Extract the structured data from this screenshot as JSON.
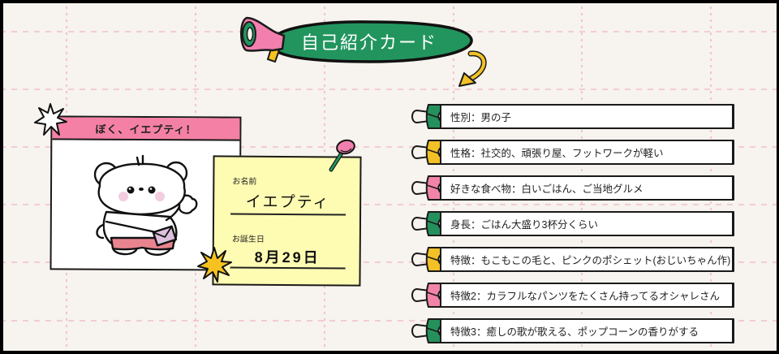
{
  "title": {
    "text": "自己紹介カード",
    "banner_color": "#22955e"
  },
  "profile_card": {
    "header": "ぼく、イエプティ！",
    "header_color": "#f481a5",
    "illustration": "white-bear-waving-with-pink-pouch"
  },
  "sticky_note": {
    "name_label": "お名前",
    "name_value": "イエプティ",
    "birthday_label": "お誕生日",
    "birthday_value": "8月29日",
    "color": "#fefbb2"
  },
  "details": [
    {
      "text": "性別：男の子",
      "clip_color": "#24915c"
    },
    {
      "text": "性格：社交的、頑張り屋、フットワークが軽い",
      "clip_color": "#f3c125"
    },
    {
      "text": "好きな食べ物：白いごはん、ご当地グルメ",
      "clip_color": "#f284a9"
    },
    {
      "text": "身長：ごはん大盛り3杯分くらい",
      "clip_color": "#24915c"
    },
    {
      "text": "特徴：もこもこの毛と、ピンクのポシェット(おじいちゃん作)",
      "clip_color": "#f3c125"
    },
    {
      "text": "特徴2：カラフルなパンツをたくさん持ってるオシャレさん",
      "clip_color": "#f284a9"
    },
    {
      "text": "特徴3：癒しの歌が歌える、ポップコーンの香りがする",
      "clip_color": "#24915c"
    }
  ],
  "colors": {
    "background": "#f7f3ee",
    "grid_line": "#f0b4c6",
    "green": "#24915c",
    "yellow": "#f3c125",
    "pink": "#f284a9",
    "outline": "#1a1a1a"
  },
  "icons": {
    "megaphone": "megaphone-icon",
    "arrow": "curved-arrow-icon",
    "pin": "pushpin-icon",
    "star_outline": "star-outline-icon",
    "star_burst": "star-burst-icon",
    "clip": "binder-clip-icon"
  }
}
